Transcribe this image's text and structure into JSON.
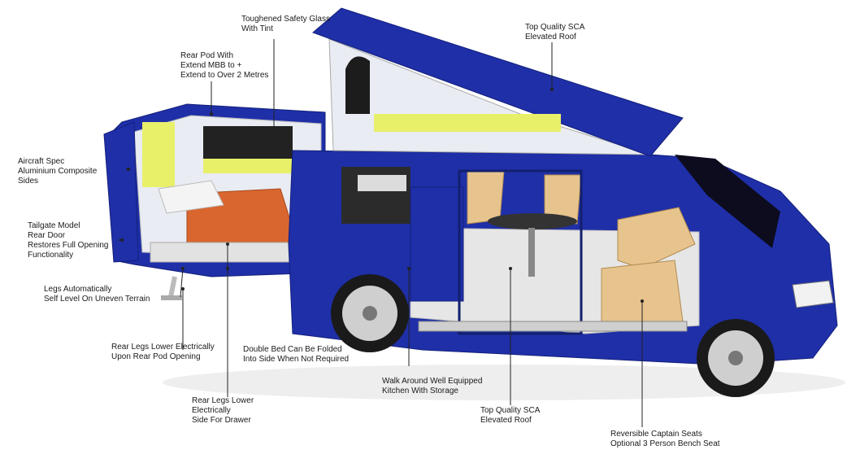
{
  "colors": {
    "body": "#1f2fa8",
    "body_dark": "#13207a",
    "roof_inner": "#e9ecf2",
    "accent_yellow": "#e8f06a",
    "mattress": "#d9662f",
    "floor": "#e6e6e6",
    "seat": "#e7c48d",
    "leader": "#222222"
  },
  "callouts": [
    {
      "id": "glass",
      "lines": [
        "Toughened Safety Glass",
        "With Tint"
      ]
    },
    {
      "id": "roof_top",
      "lines": [
        "Top Quality SCA",
        "Elevated Roof"
      ]
    },
    {
      "id": "pod",
      "lines": [
        "Rear Pod With",
        "Extend MBB to +",
        "Extend to Over 2 Metres"
      ]
    },
    {
      "id": "sides",
      "lines": [
        "Aircraft Spec",
        "Aluminium Composite",
        "Sides"
      ]
    },
    {
      "id": "tailgate",
      "lines": [
        "Tailgate Model",
        "Rear Door",
        "Restores Full Opening",
        "Functionality"
      ]
    },
    {
      "id": "legs",
      "lines": [
        "Legs Automatically",
        "Self Level On Uneven Terrain"
      ]
    },
    {
      "id": "rearlegs",
      "lines": [
        "Rear Legs Lower Electrically",
        "Upon Rear Pod Opening"
      ]
    },
    {
      "id": "bed",
      "lines": [
        "Double Bed Can Be Folded",
        "Into Side When Not Required"
      ]
    },
    {
      "id": "kitchen",
      "lines": [
        "Walk Around Well Equipped",
        "Kitchen With Storage"
      ]
    },
    {
      "id": "drawer",
      "lines": [
        "Rear Legs Lower",
        "Electrically",
        "Side For Drawer"
      ]
    },
    {
      "id": "roof_bot",
      "lines": [
        "Top Quality SCA",
        "Elevated Roof"
      ]
    },
    {
      "id": "seats",
      "lines": [
        "Reversible Captain Seats",
        "Optional 3 Person Bench Seat"
      ]
    }
  ]
}
